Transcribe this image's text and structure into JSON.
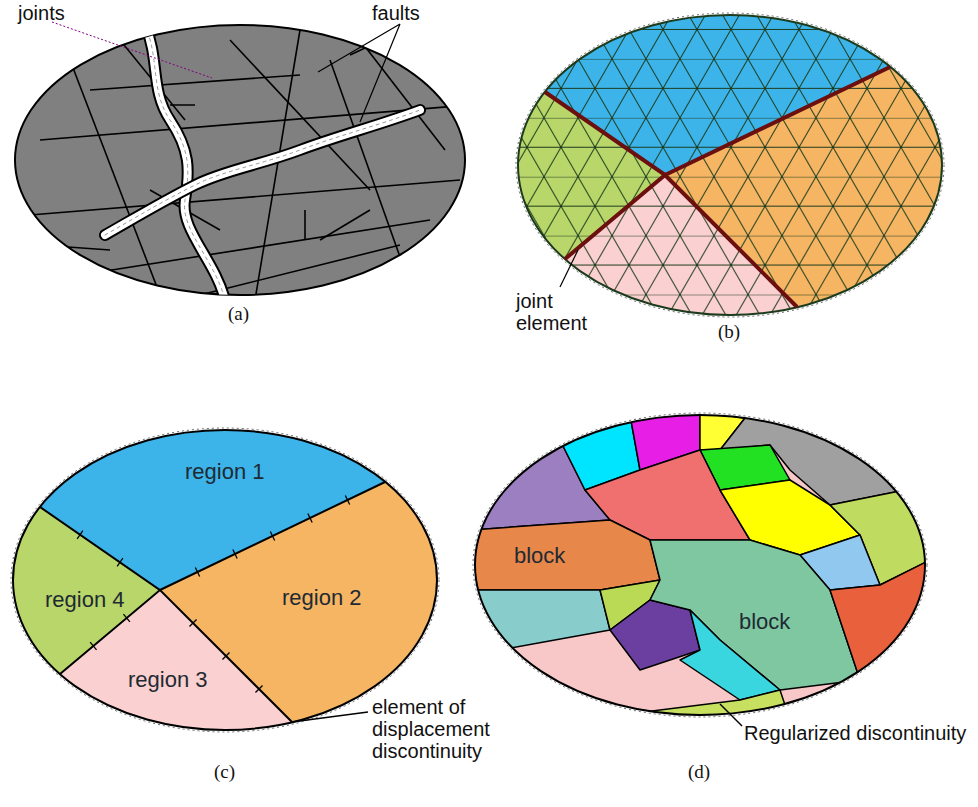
{
  "diagram": {
    "nodes": [
      {
        "text": [
          "region 1"
        ]
      },
      {
        "text": [
          "region 4"
        ]
      },
      {
        "text": [
          "region 2"
        ]
      },
      {
        "text": [
          "region 3"
        ]
      },
      {
        "text": [
          "block"
        ]
      },
      {
        "text": [
          "block"
        ]
      }
    ],
    "labels": [
      "joints",
      "faults",
      "(a)",
      "(b)",
      "joint element",
      "(c)",
      "element of displacement discontinuity",
      "(d)",
      "Regularized discontinuity"
    ]
  }
}
